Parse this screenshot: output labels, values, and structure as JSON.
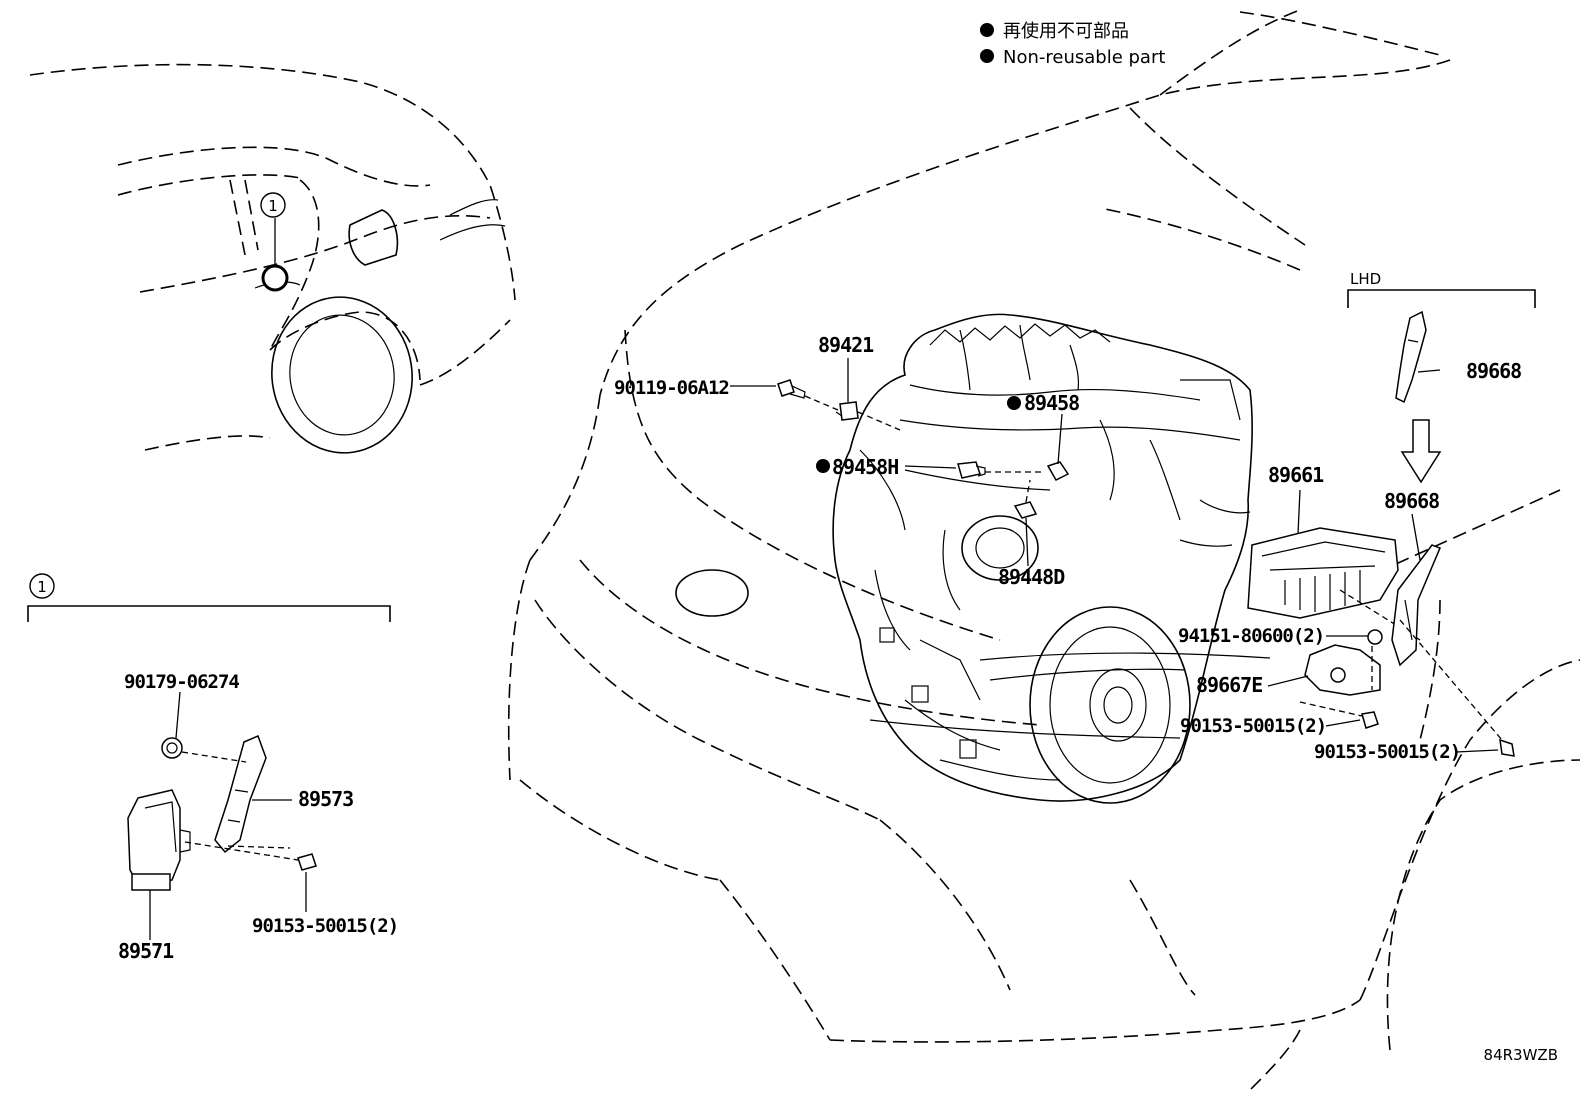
{
  "legend": {
    "line1": "再使用不可部品",
    "line2": "Non-reusable part"
  },
  "section_marker": "1",
  "lhd_label": "LHD",
  "diagram_code": "84R3WZB",
  "parts": {
    "p89421": "89421",
    "p90119": "90119-06A12",
    "p89458": "89458",
    "p89458H": "89458H",
    "p89448D": "89448D",
    "p89661": "89661",
    "p89668a": "89668",
    "p89668b": "89668",
    "p94151": "94151-80600(2)",
    "p89667E": "89667E",
    "p90153a": "90153-50015(2)",
    "p90153b": "90153-50015(2)",
    "p90179": "90179-06274",
    "p89573": "89573",
    "p89571": "89571",
    "p90153c": "90153-50015(2)"
  }
}
